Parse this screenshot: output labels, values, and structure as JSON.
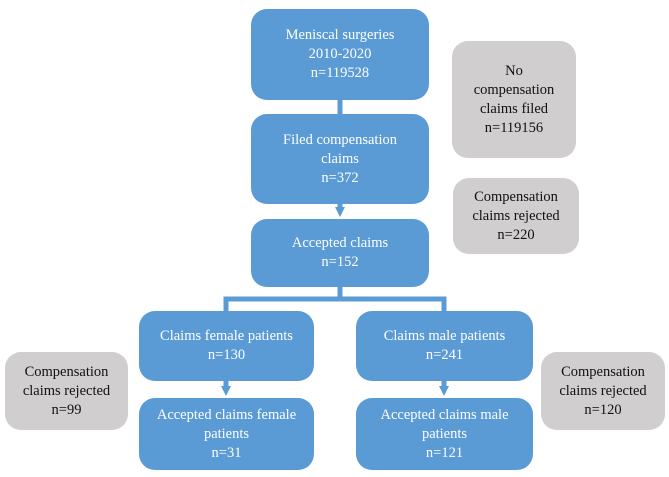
{
  "colors": {
    "main_box": "#5b9bd5",
    "side_box": "#d0cece",
    "connector": "#5b9bd5"
  },
  "boxes": {
    "surgeries": {
      "lines": [
        "Meniscal surgeries",
        "2010-2020",
        "n=119528"
      ]
    },
    "filed": {
      "lines": [
        "Filed compensation",
        "claims",
        "n=372"
      ]
    },
    "accepted": {
      "lines": [
        "Accepted claims",
        "n=152"
      ]
    },
    "female": {
      "lines": [
        "Claims female patients",
        "n=130"
      ]
    },
    "male": {
      "lines": [
        "Claims male patients",
        "n=241"
      ]
    },
    "accepted_female": {
      "lines": [
        "Accepted claims female",
        "patients",
        "n=31"
      ]
    },
    "accepted_male": {
      "lines": [
        "Accepted claims male",
        "patients",
        "n=121"
      ]
    },
    "no_claims": {
      "lines": [
        "No",
        "compensation",
        "claims filed",
        "n=119156"
      ]
    },
    "rejected_total": {
      "lines": [
        "Compensation",
        "claims rejected",
        "n=220"
      ]
    },
    "rejected_female": {
      "lines": [
        "Compensation",
        "claims rejected",
        "n=99"
      ]
    },
    "rejected_male": {
      "lines": [
        "Compensation",
        "claims rejected",
        "n=120"
      ]
    }
  }
}
